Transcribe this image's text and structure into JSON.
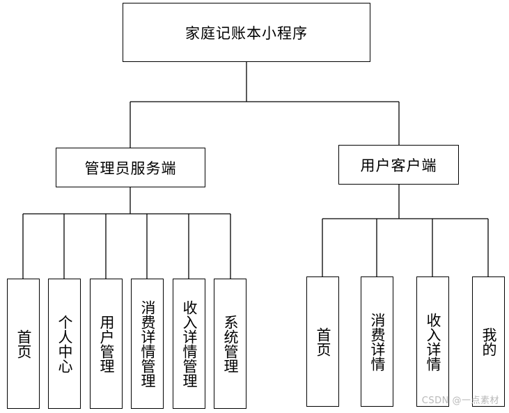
{
  "root": {
    "label": "家庭记账本小程序"
  },
  "branches": [
    {
      "label": "管理员服务端",
      "children": [
        "首页",
        "个人中心",
        "用户管理",
        "消费详情管理",
        "收入详情管理",
        "系统管理"
      ]
    },
    {
      "label": "用户客户端",
      "children": [
        "首页",
        "消费详情",
        "收入详情",
        "我的"
      ]
    }
  ],
  "watermark": "CSDN @一点素材"
}
